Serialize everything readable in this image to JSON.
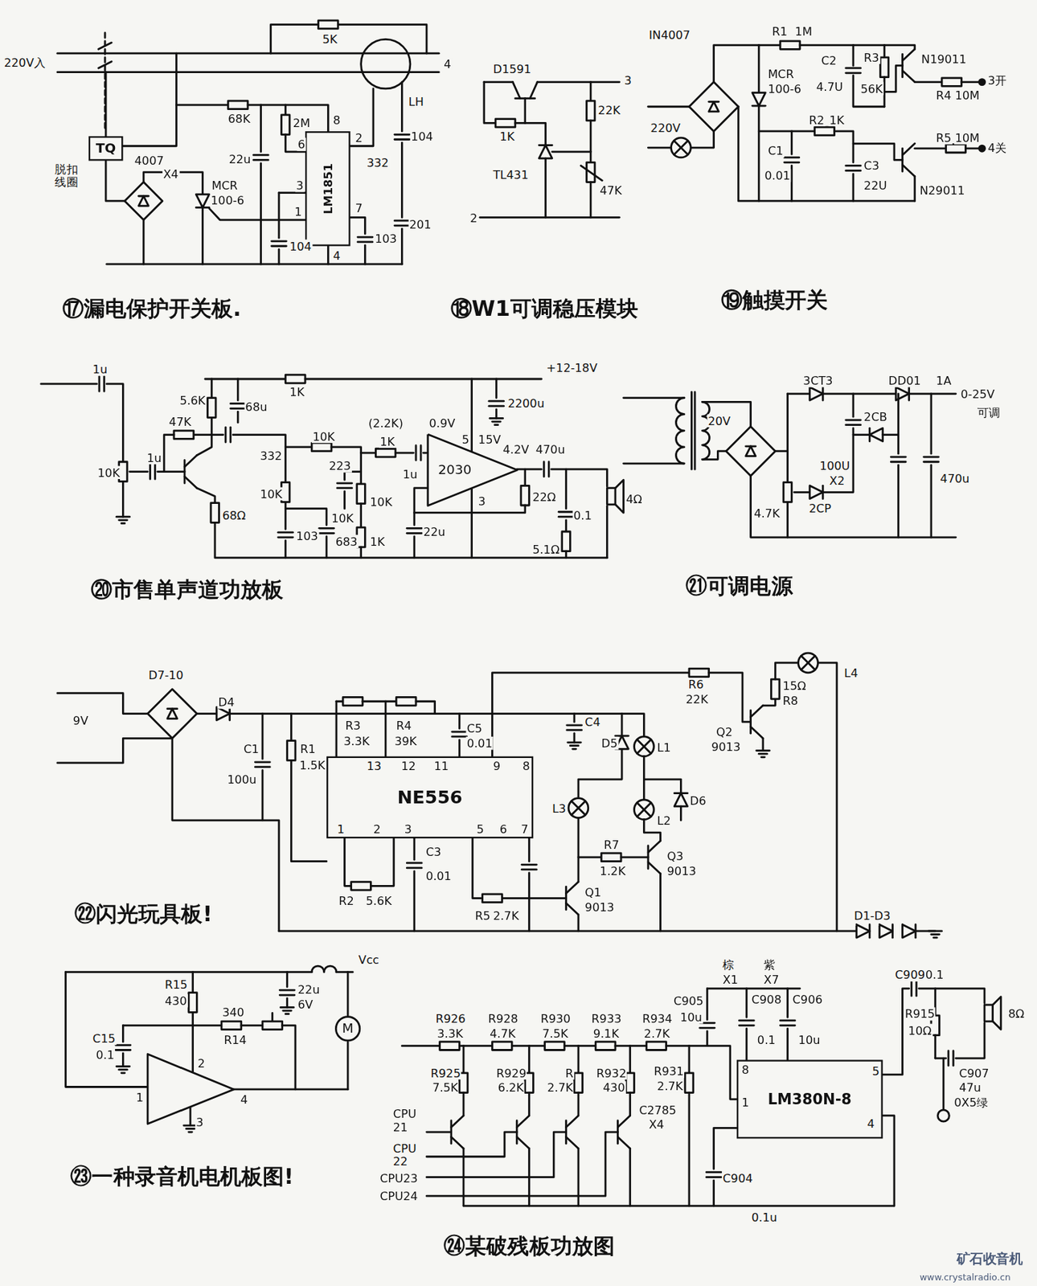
{
  "diagram": {
    "nodes": [
      {
        "text": [
          "TQ"
        ]
      },
      {
        "text": [
          "LM1851"
        ]
      },
      {
        "text": [
          "2030"
        ]
      },
      {
        "text": [
          "NE556"
        ]
      },
      {
        "text": [
          "LM380N-8"
        ]
      },
      {
        "text": [
          "M"
        ]
      }
    ],
    "labels": [
      "220V入",
      "脱扣 线圈",
      "4007",
      "X4",
      "MCR",
      "100-6",
      "68K",
      "22u",
      "2M",
      "6",
      "8",
      "3",
      "1",
      "2",
      "7",
      "4",
      "332",
      "5K",
      "LH",
      "104",
      "4",
      "104",
      "103",
      "201",
      "⑰漏电保护开关板.",
      "D1591",
      "3",
      "1K",
      "22K",
      "TL431",
      "47K",
      "2",
      "⑱W1可调稳压模块",
      "IN4007",
      "R1",
      "1M",
      "MCR",
      "100-6",
      "C2",
      "4.7U",
      "R3",
      "56K",
      "N19011",
      "3开",
      "R4",
      "10M",
      "220V",
      "R2",
      "1K",
      "C1",
      "0.01",
      "22U",
      "C3",
      "R5",
      "10M",
      "4关",
      "N29011",
      "⑲触摸开关",
      "+12-18V",
      "1u",
      "10K",
      "1u",
      "5.6K",
      "47K",
      "68u",
      "1K",
      "2200u",
      "(2.2K)",
      "0.9V",
      "10K",
      "332",
      "1K",
      "5",
      "15V",
      "4.2V",
      "470u",
      "1u",
      "223",
      "68Ω",
      "10K",
      "10K",
      "10K",
      "3",
      "22Ω",
      "103",
      "683",
      "1K",
      "22u",
      "5.1Ω",
      "0.1",
      "4Ω",
      "⑳市售单声道功放板",
      "20V",
      "3CT3",
      "DD01",
      "1A",
      "0-25V",
      "可调",
      "2CB",
      "100U",
      "X2",
      "470u",
      "4.7K",
      "2CP",
      "㉑可调电源",
      "D7-10",
      "9V",
      "D4",
      "C1",
      "100u",
      "R1",
      "1.5K",
      "R3",
      "3.3K",
      "R4",
      "39K",
      "C5",
      "0.01",
      "C4",
      "13",
      "12",
      "11",
      "9",
      "8",
      "1",
      "2",
      "3",
      "5",
      "6",
      "7",
      "C3",
      "0.01",
      "R2",
      "5.6K",
      "R5",
      "2.7K",
      "R6",
      "22K",
      "15Ω",
      "R8",
      "Q2",
      "9013",
      "D5",
      "L1",
      "L3",
      "D6",
      "L2",
      "R7",
      "1.2K",
      "Q3",
      "9013",
      "Q1",
      "9013",
      "L4",
      "D1-D3",
      "㉒闪光玩具板!",
      "R15",
      "430",
      "340",
      "R14",
      "22u",
      "6V",
      "Vcc",
      "C15",
      "0.1",
      "2",
      "1",
      "3",
      "4",
      "㉓一种录音机电机板图!",
      "R926",
      "3.3K",
      "R928",
      "4.7K",
      "R930",
      "7.5K",
      "R933",
      "9.1K",
      "R934",
      "2.7K",
      "R925",
      "7.5K",
      "R929",
      "6.2K",
      "R",
      "2.7K",
      "R932",
      "430",
      "R931",
      "2.7K",
      "C2785",
      "X4",
      "CPU 21",
      "CPU 22",
      "CPU23",
      "CPU24",
      "棕",
      "X1",
      "紫",
      "X7",
      "C905",
      "10u",
      "C908",
      "C906",
      "0.1",
      "10u",
      "8",
      "1",
      "5",
      "4",
      "C904",
      "0.1u",
      "C909",
      "0.1",
      "R915",
      "10Ω",
      "8Ω",
      "C907",
      "47u",
      "0X5绿",
      "㉔某破残板功放图",
      "矿石收音机",
      "www.crystalradio.cn"
    ]
  }
}
